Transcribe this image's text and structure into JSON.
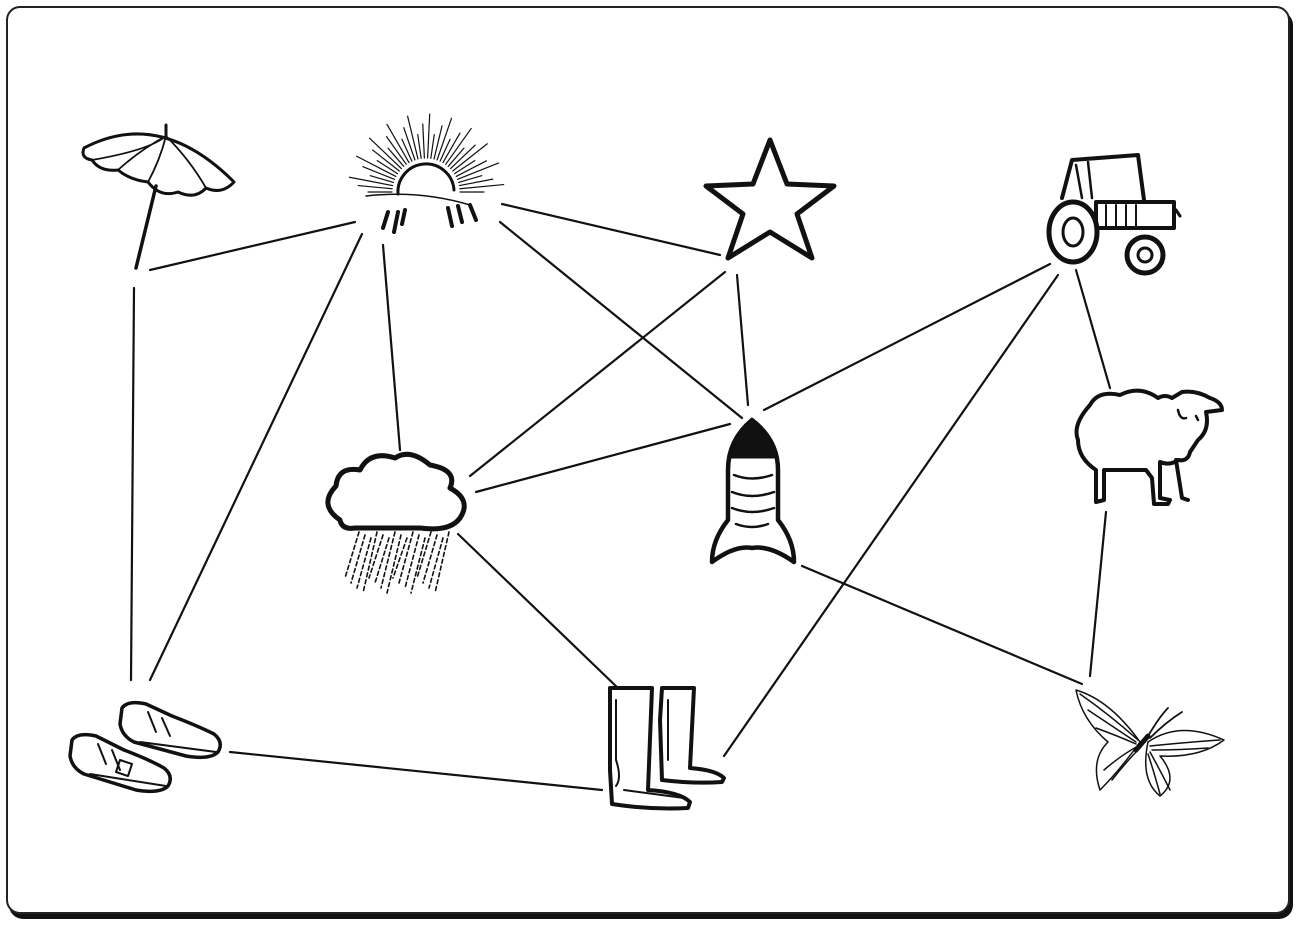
{
  "diagram": {
    "type": "picture-network",
    "nodes": [
      {
        "id": "parasol",
        "icon": "parasol-icon"
      },
      {
        "id": "sun",
        "icon": "sun-icon"
      },
      {
        "id": "star",
        "icon": "star-icon"
      },
      {
        "id": "tractor",
        "icon": "tractor-icon"
      },
      {
        "id": "cloud",
        "icon": "rain-cloud-icon"
      },
      {
        "id": "rocket",
        "icon": "rocket-icon"
      },
      {
        "id": "sheep",
        "icon": "sheep-icon"
      },
      {
        "id": "shoes",
        "icon": "shoes-icon"
      },
      {
        "id": "boots",
        "icon": "rubber-boots-icon"
      },
      {
        "id": "butterfly",
        "icon": "butterfly-icon"
      }
    ],
    "edges": [
      [
        "parasol",
        "sun"
      ],
      [
        "parasol",
        "shoes"
      ],
      [
        "sun",
        "star"
      ],
      [
        "sun",
        "cloud"
      ],
      [
        "sun",
        "rocket"
      ],
      [
        "sun",
        "shoes"
      ],
      [
        "star",
        "cloud"
      ],
      [
        "star",
        "rocket"
      ],
      [
        "cloud",
        "rocket"
      ],
      [
        "cloud",
        "boots"
      ],
      [
        "rocket",
        "tractor"
      ],
      [
        "rocket",
        "butterfly"
      ],
      [
        "tractor",
        "sheep"
      ],
      [
        "tractor",
        "boots"
      ],
      [
        "sheep",
        "butterfly"
      ],
      [
        "shoes",
        "boots"
      ]
    ],
    "colors": {
      "ink": "#111111",
      "background": "#ffffff"
    }
  }
}
